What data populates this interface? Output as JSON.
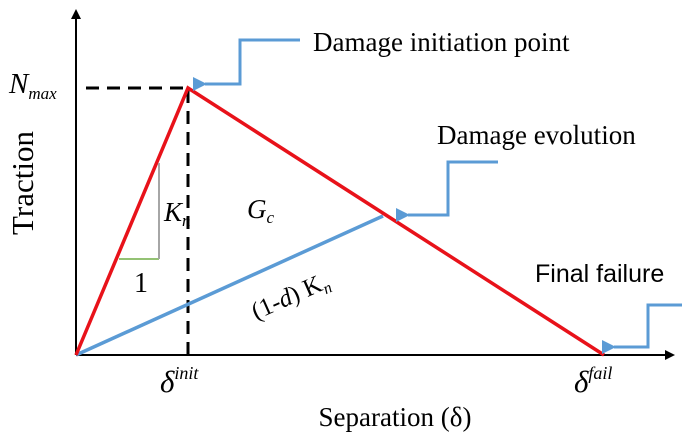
{
  "colors": {
    "red": "#e8121a",
    "blue": "#5b9bd5",
    "green": "#70ad47",
    "gray": "#a6a6a6",
    "black": "#000000"
  },
  "labels": {
    "y_axis": "Traction",
    "x_axis": "Separation (δ)",
    "n_max_main": "N",
    "n_max_sub": "max",
    "delta_init_main": "δ",
    "delta_init_sup": "init",
    "delta_fail_main": "δ",
    "delta_fail_sup": "fail",
    "kn_main": "K",
    "kn_sub": "n",
    "slope_one": "1",
    "gc_main": "G",
    "gc_sub": "c",
    "degraded_prefix": "(1-",
    "degraded_d": "d",
    "degraded_suffix": ") K",
    "degraded_sub": "n"
  },
  "callouts": {
    "damage_initiation": "Damage initiation point",
    "damage_evolution": "Damage evolution",
    "final_failure": "Final failure"
  }
}
